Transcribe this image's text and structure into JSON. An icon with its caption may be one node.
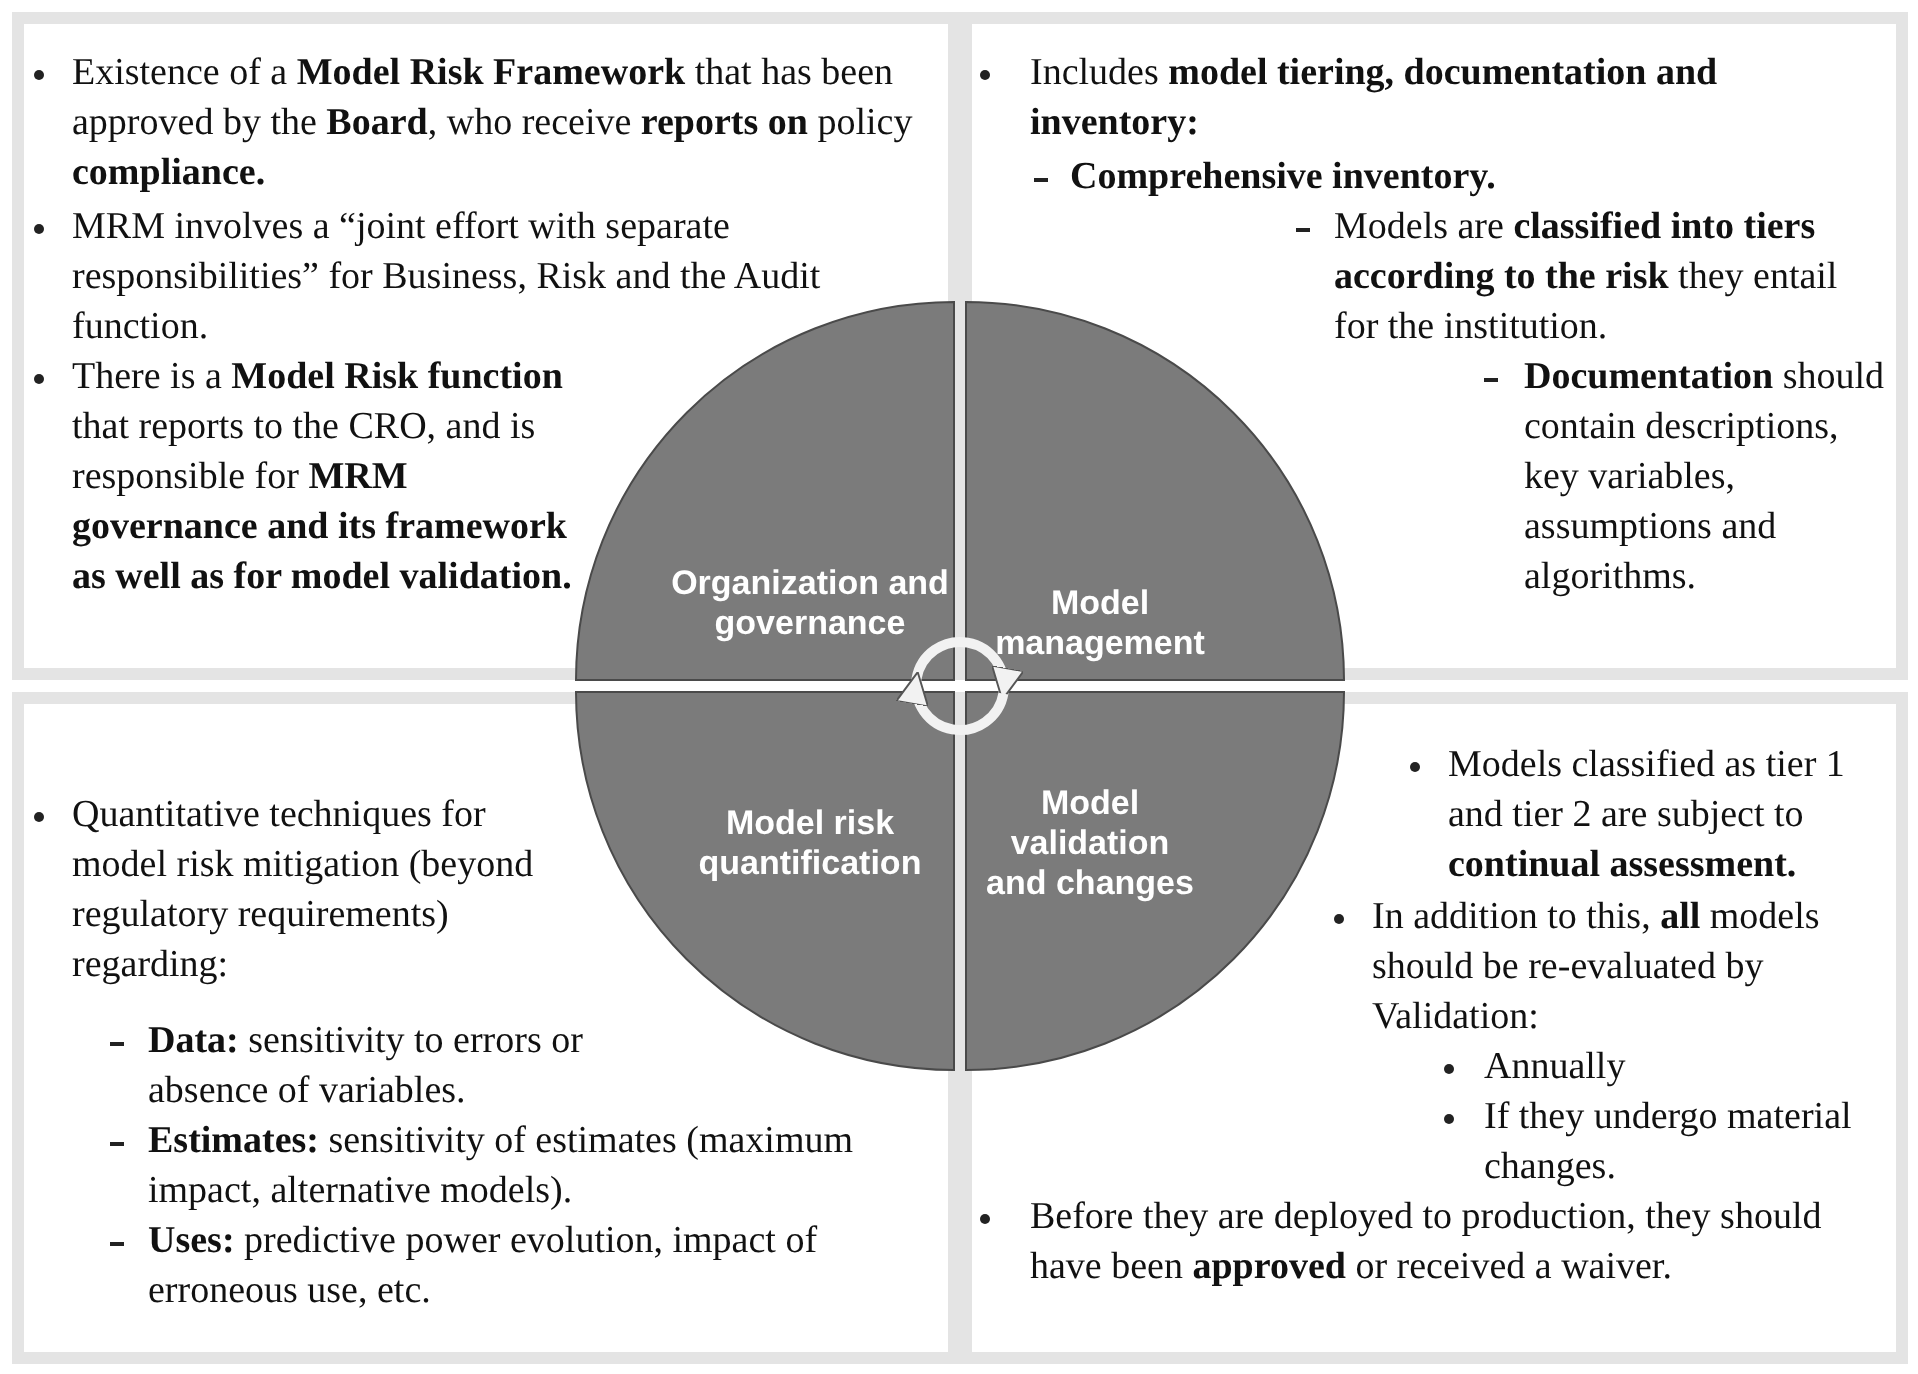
{
  "diagram": {
    "nodes": [
      {
        "text": [
          "Existence of a **Model Risk Framework** that has been approved by the **Board**, who receive **reports on** policy **compliance.**",
          "MRM involves a “joint effort with separate responsibilities” for Business, Risk and the Audit function.",
          "There is a **Model Risk function** that reports to the CRO, and is responsible for **MRM governance and its framework as well as for model validation.**"
        ]
      },
      {
        "text": [
          "Includes **model tiering, documentation and inventory:**",
          "**Comprehensive inventory.**",
          "Models are **classified into tiers according to the risk** they entail for the institution.",
          "**Documentation** should contain descriptions, key variables, assumptions and algorithms."
        ]
      },
      {
        "text": [
          "Quantitative techniques for model risk mitigation (beyond regulatory requirements) regarding:",
          "**Data:** sensitivity to errors or absence of variables.",
          "**Estimates:** sensitivity of estimates (maximum impact, alternative models).",
          "**Uses:** predictive power evolution, impact of erroneous use, etc."
        ]
      },
      {
        "text": [
          "Models classified as tier 1 and tier 2 are subject to **continual assessment.**",
          "In addition to this, **all** models should be re-evaluated by Validation:",
          "Annually",
          "If they undergo material changes.",
          "Before they are deployed to production, they should have been **approved** or received a waiver."
        ]
      },
      {
        "text": [
          "Organization and governance"
        ],
        "in": 0
      },
      {
        "text": [
          "Model management"
        ],
        "in": 1
      },
      {
        "text": [
          "Model risk quantification"
        ],
        "in": 2
      },
      {
        "text": [
          "Model validation and changes"
        ],
        "in": 3
      }
    ],
    "edges": [
      {
        "from": 4,
        "to": 5,
        "arrow": "to"
      },
      {
        "from": 7,
        "to": 6,
        "arrow": "to"
      }
    ]
  }
}
